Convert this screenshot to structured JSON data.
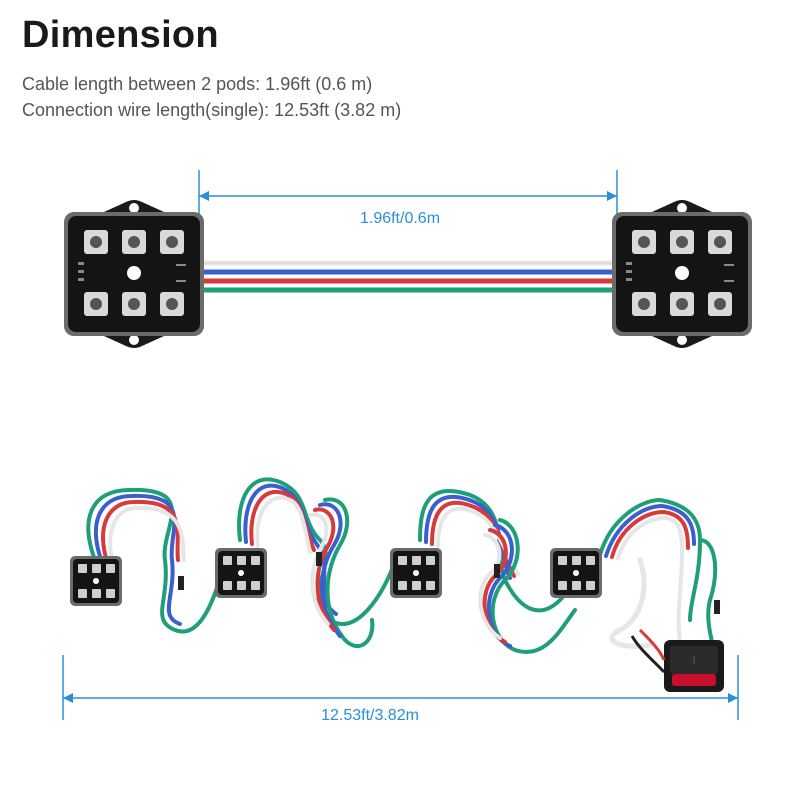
{
  "header": {
    "title": "Dimension",
    "spec_cable": "Cable length between 2 pods: 1.96ft (0.6 m)",
    "spec_wire": "Connection wire length(single): 12.53ft (3.82 m)"
  },
  "dimensions": {
    "pod_spacing_label": "1.96ft/0.6m",
    "total_length_label": "12.53ft/3.82m"
  },
  "colors": {
    "dimension_line": "#2a8fd6",
    "wire_white": "#e8e8e8",
    "wire_blue": "#3a5fcf",
    "wire_red": "#d83a3a",
    "wire_green": "#1f9e7a",
    "pod_body": "#121212",
    "led_face": "#d9d9d9",
    "switch_red": "#c8102e"
  },
  "icons": [
    "led-pod-icon",
    "rocker-switch-icon",
    "wire-bundle-icon"
  ]
}
